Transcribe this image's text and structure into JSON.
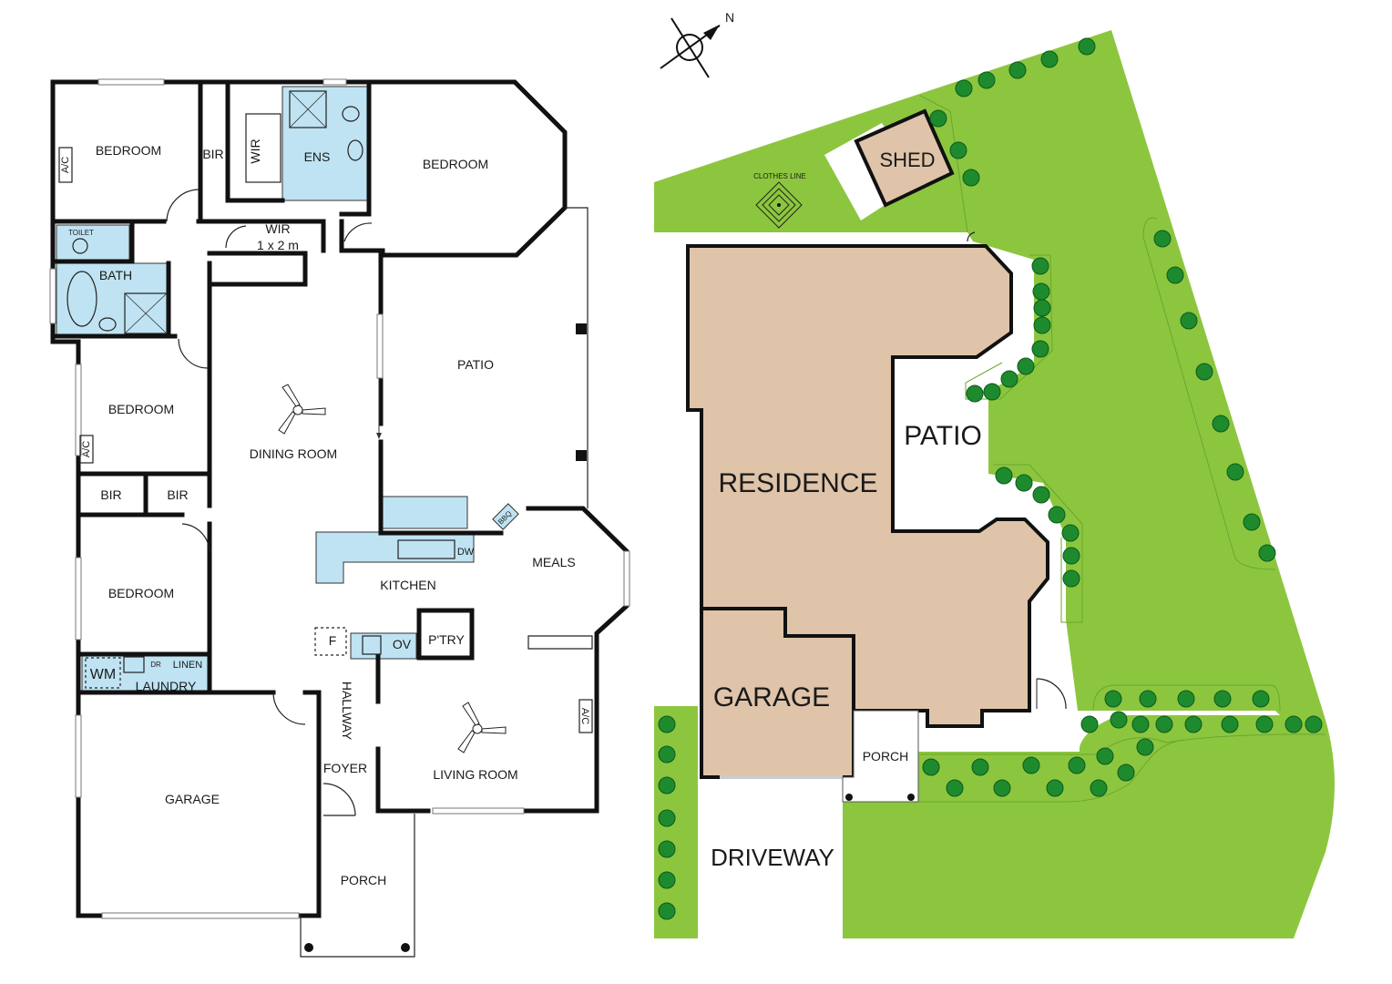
{
  "floor_plan": {
    "rooms": {
      "bedroom_1": "BEDROOM",
      "bir_1": "BIR",
      "ac_1": "A/C",
      "wir_1": "WIR",
      "ens": "ENS",
      "bedroom_master": "BEDROOM",
      "toilet": "TOILET",
      "wir_2": "WIR",
      "wir_2_size": "1 x 2 m",
      "bath": "BATH",
      "bedroom_2": "BEDROOM",
      "ac_2": "A/C",
      "patio": "PATIO",
      "dining_room": "DINING ROOM",
      "bir_2": "BIR",
      "bir_3": "BIR",
      "bbq": "BBQ",
      "meals": "MEALS",
      "dw": "DW",
      "kitchen": "KITCHEN",
      "bedroom_3": "BEDROOM",
      "fridge": "F",
      "oven": "OV",
      "pantry": "P'TRY",
      "wm": "WM",
      "dr": "DR",
      "linen": "LINEN",
      "laundry": "LAUNDRY",
      "hallway": "HALLWAY",
      "ac_3": "A/C",
      "foyer": "FOYER",
      "living_room": "LIVING ROOM",
      "garage": "GARAGE",
      "porch": "PORCH"
    }
  },
  "site_plan": {
    "north": "N",
    "shed": "SHED",
    "clothes_line": "CLOTHES LINE",
    "patio": "PATIO",
    "residence": "RESIDENCE",
    "garage": "GARAGE",
    "porch": "PORCH",
    "driveway": "DRIVEWAY"
  },
  "colors": {
    "lawn": "#8cc63f",
    "building": "#dfc4aa",
    "wet_area": "#bfe3f2",
    "trees": "#1d8a2e",
    "walls": "#111111"
  }
}
